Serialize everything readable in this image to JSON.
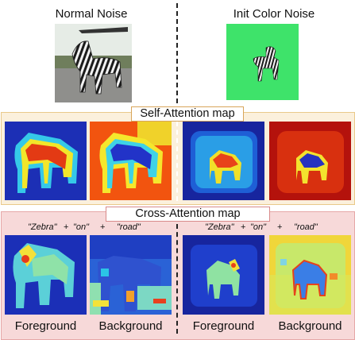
{
  "headers": {
    "normal_noise": "Normal Noise",
    "init_color_noise": "Init Color Noise"
  },
  "sections": {
    "self_attention": "Self-Attention map",
    "cross_attention": "Cross-Attention map"
  },
  "tokens_left": {
    "zebra": "\"Zebra\"",
    "plus1": "+",
    "on": "\"on\"",
    "plus2": "+",
    "road": "\"road\""
  },
  "tokens_right": {
    "zebra": "\"Zebra\"",
    "plus1": "+",
    "on": "\"on\"",
    "plus2": "+",
    "road": "\"road\""
  },
  "captions": {
    "left_foreground": "Foreground",
    "left_background": "Background",
    "right_foreground": "Foreground",
    "right_background": "Background"
  },
  "colors": {
    "green_screen": "#3ee36a",
    "self_band": "#fbf0dc",
    "cross_band": "#f7d9d9",
    "jet_blue": "#1a2fc0",
    "jet_red": "#c81a10"
  }
}
